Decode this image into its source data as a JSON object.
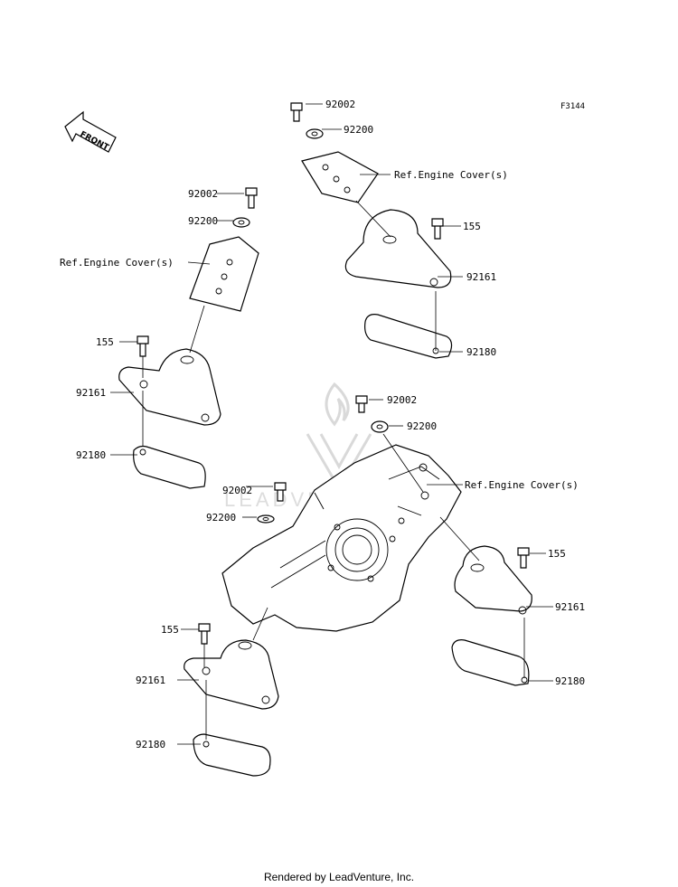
{
  "diagram_code": "F3144",
  "front_label": "FRONT",
  "footer": "Rendered by LeadVenture, Inc.",
  "watermark": "LEADVENTURE",
  "parts": {
    "p92002": "92002",
    "p92200": "92200",
    "p155": "155",
    "p92161": "92161",
    "p92180": "92180",
    "ref_engine_cover": "Ref.Engine Cover(s)"
  }
}
